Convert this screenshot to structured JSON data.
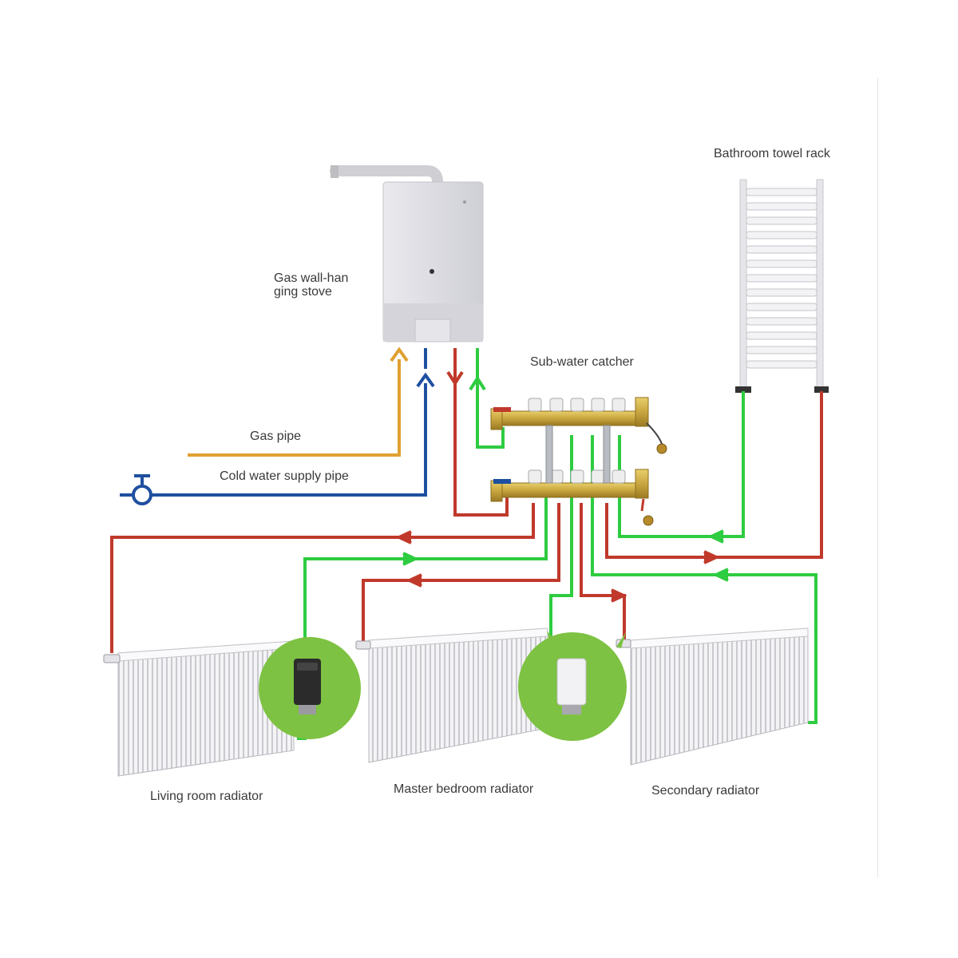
{
  "labels": {
    "stove_line1": "Gas wall-han",
    "stove_line2": "ging stove",
    "towel_rack": "Bathroom towel rack",
    "sub_water_catcher": "Sub-water catcher",
    "gas_pipe": "Gas pipe",
    "cold_water_pipe": "Cold water supply pipe",
    "living_room": "Living room radiator",
    "master_bedroom": "Master bedroom radiator",
    "secondary": "Secondary radiator"
  },
  "colors": {
    "hot_pipe": "#c0392b",
    "return_pipe": "#2ecc40",
    "gas_pipe": "#e0a030",
    "cold_water_pipe": "#1f4fa0",
    "brass": "#c9a640",
    "thermostat_badge": "#7dc242"
  },
  "icons": {
    "valve": "valve-icon",
    "thermostat_black": "thermostat-black-icon",
    "thermostat_white": "thermostat-white-icon"
  }
}
